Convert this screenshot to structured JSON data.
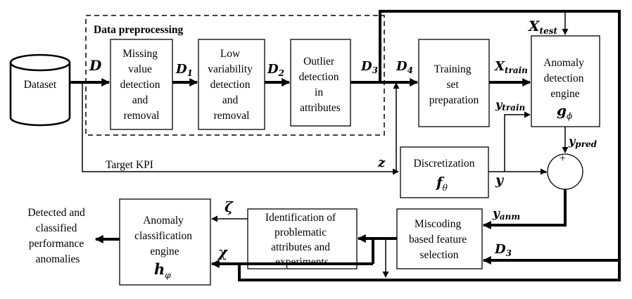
{
  "group": {
    "title": "Data preprocessing"
  },
  "boxes": {
    "dataset": "Dataset",
    "missing": [
      "Missing",
      "value",
      "detection",
      "and",
      "removal"
    ],
    "lowvar": [
      "Low",
      "variability",
      "detection",
      "and",
      "removal"
    ],
    "outlier": [
      "Outlier",
      "detection",
      "in",
      "attributes"
    ],
    "training": [
      "Training",
      "set",
      "preparation"
    ],
    "anomaly_det": [
      "Anomaly",
      "detection",
      "engine"
    ],
    "discretization": "Discretization",
    "miscoding": [
      "Miscoding",
      "based feature",
      "selection"
    ],
    "identification": [
      "Identification of",
      "problematic",
      "attributes and",
      "experiments"
    ],
    "classification": [
      "Anomaly",
      "classification",
      "engine"
    ],
    "output": [
      "Detected and",
      "classified",
      "performance",
      "anomalies"
    ]
  },
  "labels": {
    "D": "D",
    "D1": "D",
    "D1_sub": "1",
    "D2": "D",
    "D2_sub": "2",
    "D3": "D",
    "D3_sub": "3",
    "D4": "D",
    "D4_sub": "4",
    "D3b": "D",
    "D3b_sub": "3",
    "Xtest": "X",
    "Xtest_sub": "test",
    "Xtrain": "X",
    "Xtrain_sub": "train",
    "ytrain": "y",
    "ytrain_sub": "train",
    "ypred": "y",
    "ypred_sub": "pred",
    "yanm": "y",
    "yanm_sub": "anm",
    "y": "y",
    "z": "z",
    "target_kpi": "Target KPI",
    "zeta": "ζ",
    "chi": "𝝌",
    "g": "g",
    "g_sub": "ϕ",
    "f": "f",
    "f_sub": "θ",
    "h": "h",
    "h_sub": "φ",
    "plus": "+",
    "minus": "-"
  }
}
